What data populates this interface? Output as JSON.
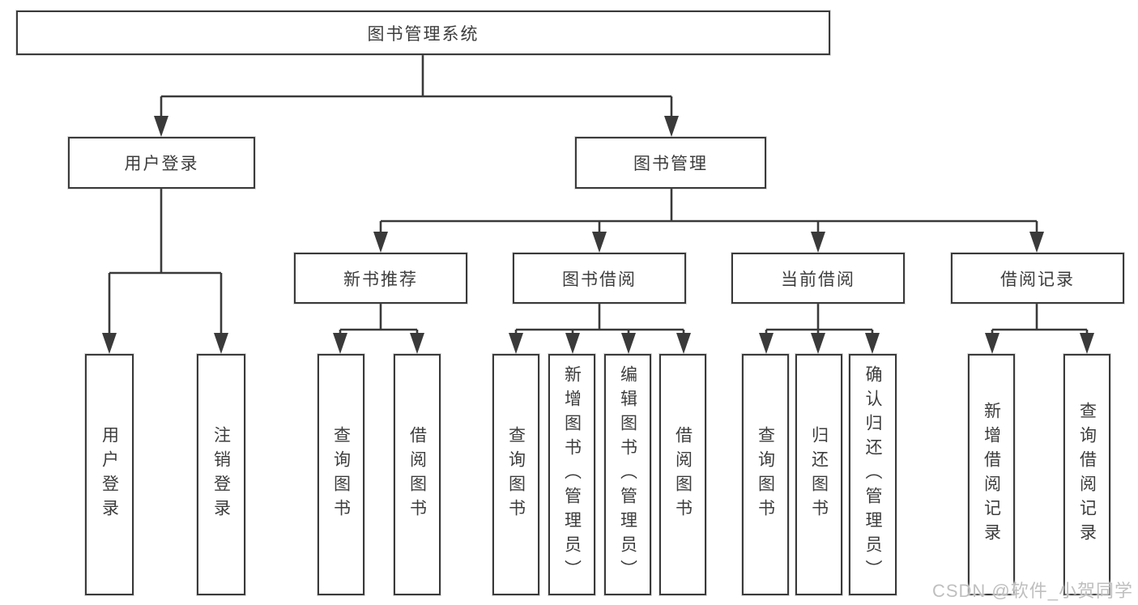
{
  "watermark": "CSDN @软件_小贺同学",
  "colors": {
    "line": "#3a3a3a",
    "box_border": "#3a3a3a",
    "text": "#3d3d3d",
    "background": "#ffffff",
    "watermark": "#bfbfbf"
  },
  "tree": {
    "label": "图书管理系统",
    "children": [
      {
        "label": "用户登录",
        "children": [
          {
            "label": "用户登录"
          },
          {
            "label": "注销登录"
          }
        ]
      },
      {
        "label": "图书管理",
        "children": [
          {
            "label": "新书推荐",
            "children": [
              {
                "label": "查询图书"
              },
              {
                "label": "借阅图书"
              }
            ]
          },
          {
            "label": "图书借阅",
            "children": [
              {
                "label": "查询图书"
              },
              {
                "label": "新增图书（管理员）"
              },
              {
                "label": "编辑图书（管理员）"
              },
              {
                "label": "借阅图书"
              }
            ]
          },
          {
            "label": "当前借阅",
            "children": [
              {
                "label": "查询图书"
              },
              {
                "label": "归还图书"
              },
              {
                "label": "确认归还（管理员）"
              }
            ]
          },
          {
            "label": "借阅记录",
            "children": [
              {
                "label": "新增借阅记录"
              },
              {
                "label": "查询借阅记录"
              }
            ]
          }
        ]
      }
    ]
  }
}
